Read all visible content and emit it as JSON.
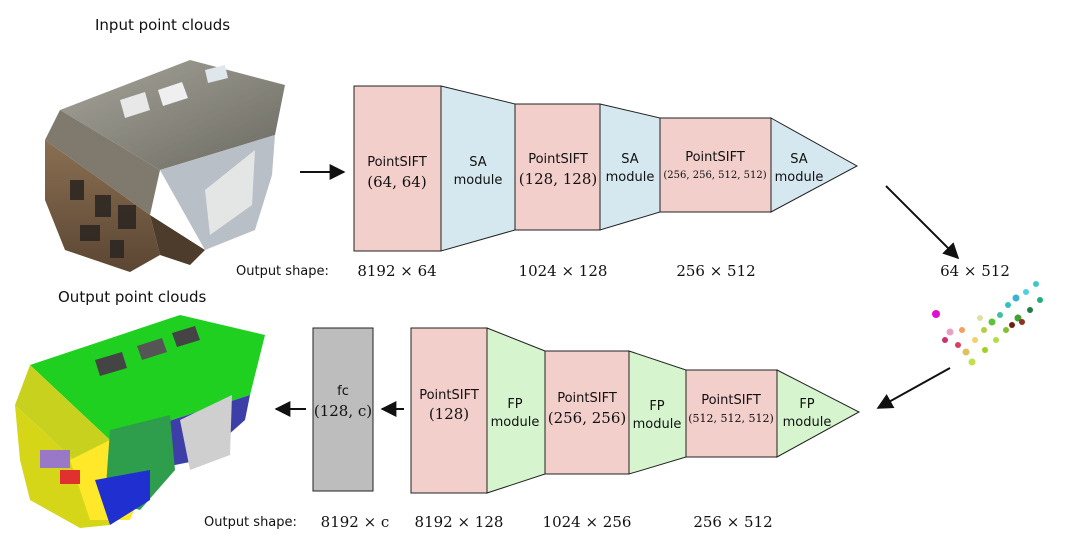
{
  "encoder": {
    "input_title": "Input point clouds",
    "output_shape_label": "Output shape:",
    "blocks": [
      {
        "name": "PointSIFT",
        "params": "(64, 64)"
      },
      {
        "name": "SA",
        "name2": "module"
      },
      {
        "name": "PointSIFT",
        "params": "(128, 128)"
      },
      {
        "name": "SA",
        "name2": "module"
      },
      {
        "name": "PointSIFT",
        "params": "(256, 256, 512, 512)"
      },
      {
        "name": "SA",
        "name2": "module"
      }
    ],
    "shapes": [
      "8192 × 64",
      "1024 × 128",
      "256 × 512"
    ]
  },
  "bottleneck": {
    "shape": "64 × 512"
  },
  "decoder": {
    "output_title": "Output point clouds",
    "output_shape_label": "Output shape:",
    "fc": {
      "name": "fc",
      "params": "(128, c)"
    },
    "blocks": [
      {
        "name": "PointSIFT",
        "params": "(128)"
      },
      {
        "name": "FP",
        "name2": "module"
      },
      {
        "name": "PointSIFT",
        "params": "(256, 256)"
      },
      {
        "name": "FP",
        "name2": "module"
      },
      {
        "name": "PointSIFT",
        "params": "(512, 512, 512)"
      },
      {
        "name": "FP",
        "name2": "module"
      }
    ],
    "shapes": [
      "8192 × c",
      "8192 × 128",
      "1024 × 256",
      "256 × 512"
    ]
  },
  "colors": {
    "pointsift": "#f3cfcc",
    "sa": "#d5e7ef",
    "fp": "#d6f5cf",
    "fc": "#bdbdbd",
    "stroke": "#222222"
  }
}
